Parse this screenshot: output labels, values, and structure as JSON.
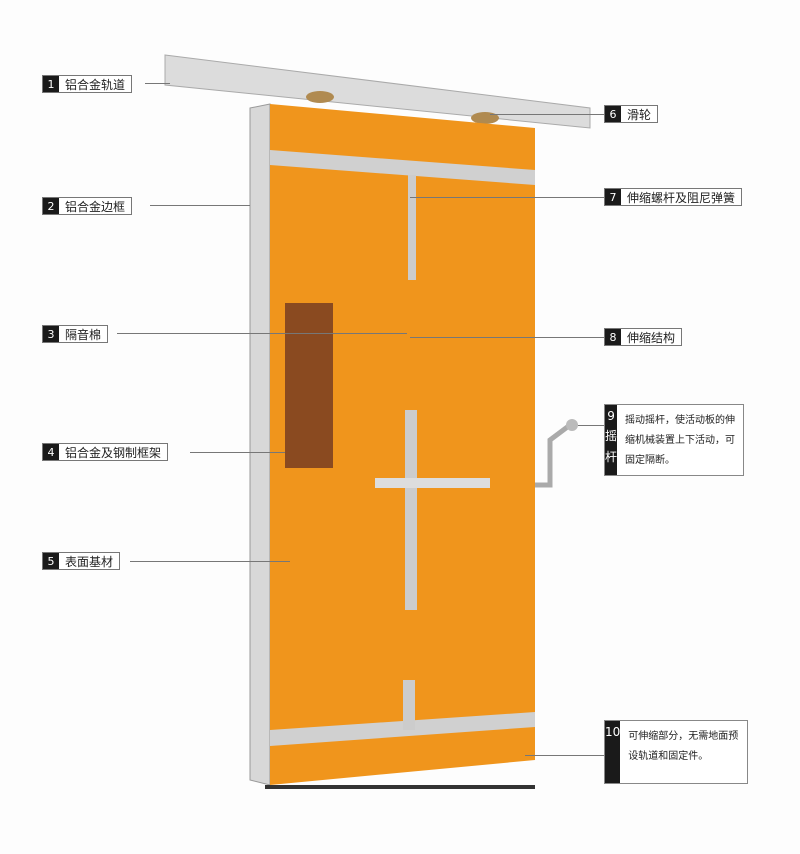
{
  "labels": [
    {
      "n": "1",
      "text": "铝合金轨道"
    },
    {
      "n": "2",
      "text": "铝合金边框"
    },
    {
      "n": "3",
      "text": "隔音棉"
    },
    {
      "n": "4",
      "text": "铝合金及钢制框架"
    },
    {
      "n": "5",
      "text": "表面基材"
    },
    {
      "n": "6",
      "text": "滑轮"
    },
    {
      "n": "7",
      "text": "伸缩螺杆及阻尼弹簧"
    },
    {
      "n": "8",
      "text": "伸缩结构"
    }
  ],
  "box9": {
    "n": "9",
    "c1": "摇",
    "c2": "杆",
    "text": "摇动摇杆，使活动板的伸缩机械装置上下活动，可固定隔断。"
  },
  "box10": {
    "n": "10",
    "text": "可伸缩部分，无需地面预设轨道和固定件。"
  }
}
